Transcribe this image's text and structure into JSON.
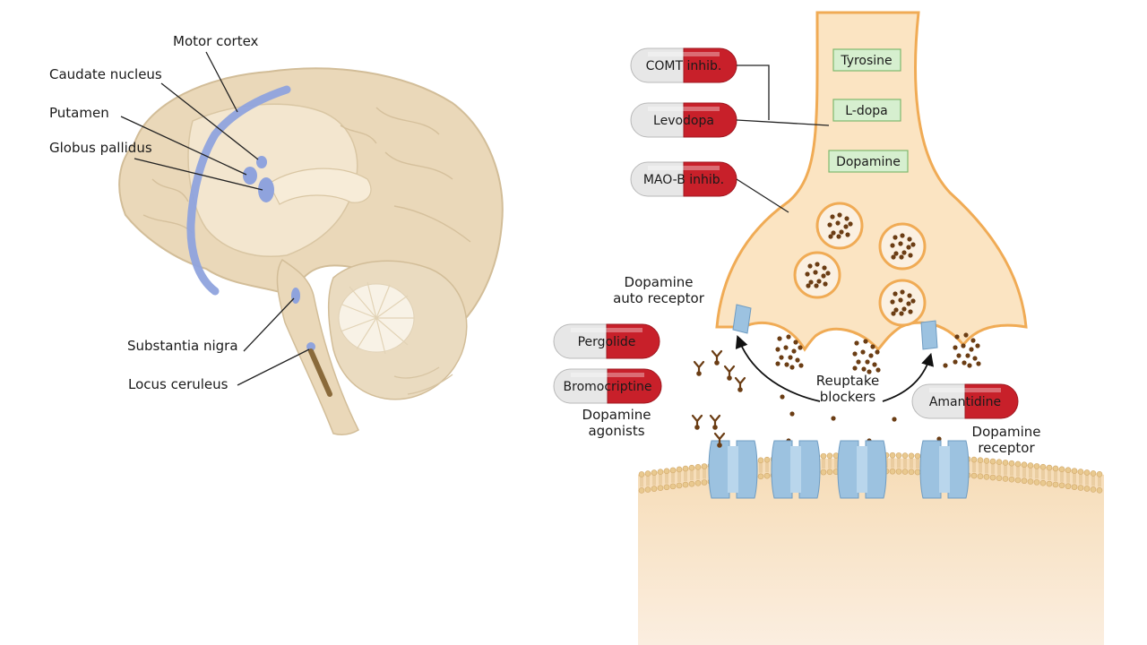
{
  "brain": {
    "labels": {
      "motor_cortex": "Motor cortex",
      "caudate_nucleus": "Caudate nucleus",
      "putamen": "Putamen",
      "globus_pallidus": "Globus pallidus",
      "substantia_nigra": "Substantia nigra",
      "locus_ceruleus": "Locus ceruleus"
    }
  },
  "synapse": {
    "molecules": {
      "tyrosine": "Tyrosine",
      "ldopa": "L-dopa",
      "dopamine": "Dopamine"
    },
    "drugs": {
      "comt": "COMT inhib.",
      "levodopa": "Levodopa",
      "maob": "MAO-B inhib.",
      "pergolide": "Pergolide",
      "bromocriptine": "Bromocriptine",
      "amantidine": "Amantidine"
    },
    "labels": {
      "auto_receptor_1": "Dopamine",
      "auto_receptor_2": "auto receptor",
      "reuptake_1": "Reuptake",
      "reuptake_2": "blockers",
      "agonists_1": "Dopamine",
      "agonists_2": "agonists",
      "receptor_1": "Dopamine",
      "receptor_2": "receptor"
    }
  },
  "colors": {
    "brain_fill": "#ead8b9",
    "brain_light": "#f3e6cf",
    "brain_outline": "#d2bd98",
    "highlight_blue": "#8fa3dd",
    "neuron_fill": "#fbe4c2",
    "neuron_outline": "#f0ab55",
    "pill_red": "#c8202a",
    "pill_grey": "#e7e7e7",
    "box_green": "#d6efcf",
    "box_border": "#7fb86e",
    "receptor_blue": "#9cc2e0",
    "dot_brown": "#6b3d14",
    "membrane": "#e9c98f"
  }
}
